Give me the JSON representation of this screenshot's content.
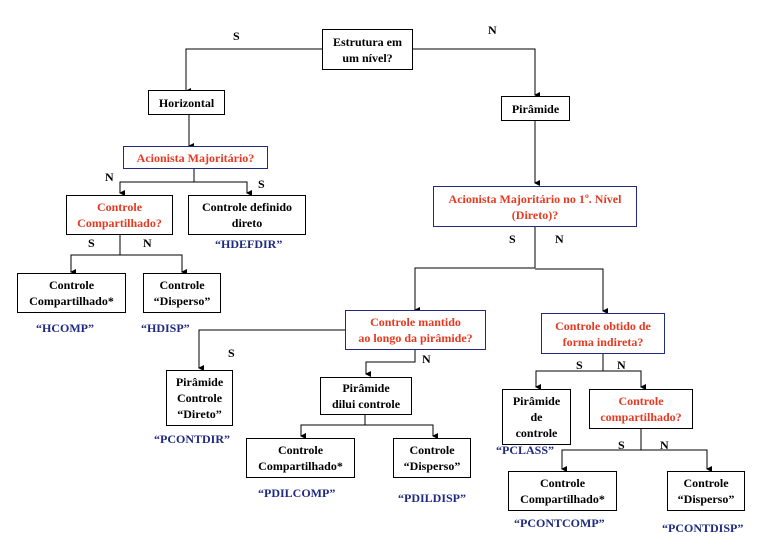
{
  "colors": {
    "question_text": "#e43a22",
    "question_border": "#1f2a80",
    "code_text": "#1f2a80",
    "line": "#000000"
  },
  "nodes": {
    "root": "Estrutura em\num nível?",
    "horizontal": "Horizontal",
    "piramide": "Pirâmide",
    "acionista_h": "Acionista Majoritário?",
    "controle_comp_q": "Controle\nCompartilhado?",
    "controle_def_direto": "Controle definido\ndireto",
    "h_comp": "Controle\nCompartilhado*",
    "h_disp": "Controle\n“Disperso”",
    "acionista_p": "Acionista Majoritário no 1º. Nível\n(Direto)?",
    "mantido_q": "Controle mantido\nao longo da pirâmide?",
    "indireta_q": "Controle obtido de\nforma indireta?",
    "pir_direto": "Pirâmide\nControle\n“Direto”",
    "pir_dilui": "Pirâmide\ndilui controle",
    "pdil_comp": "Controle\nCompartilhado*",
    "pdil_disp": "Controle\n“Disperso”",
    "pir_controle": "Pirâmide\nde\ncontrole",
    "comp_q2": "Controle\ncompartilhado?",
    "pcont_comp": "Controle\nCompartilhado*",
    "pcont_disp": "Controle\n“Disperso”"
  },
  "codes": {
    "hdefdir": "“HDEFDIR”",
    "hcomp": "“HCOMP”",
    "hdisp": "“HDISP”",
    "pcontdir": "“PCONTDIR”",
    "pdilcomp": "“PDILCOMP”",
    "pdildisp": "“PDILDISP”",
    "pclass": "“PCLASS”",
    "pcontcomp": "“PCONTCOMP”",
    "pcontdisp": "“PCONTDISP”"
  },
  "branch_labels": {
    "yes": "S",
    "no": "N"
  }
}
